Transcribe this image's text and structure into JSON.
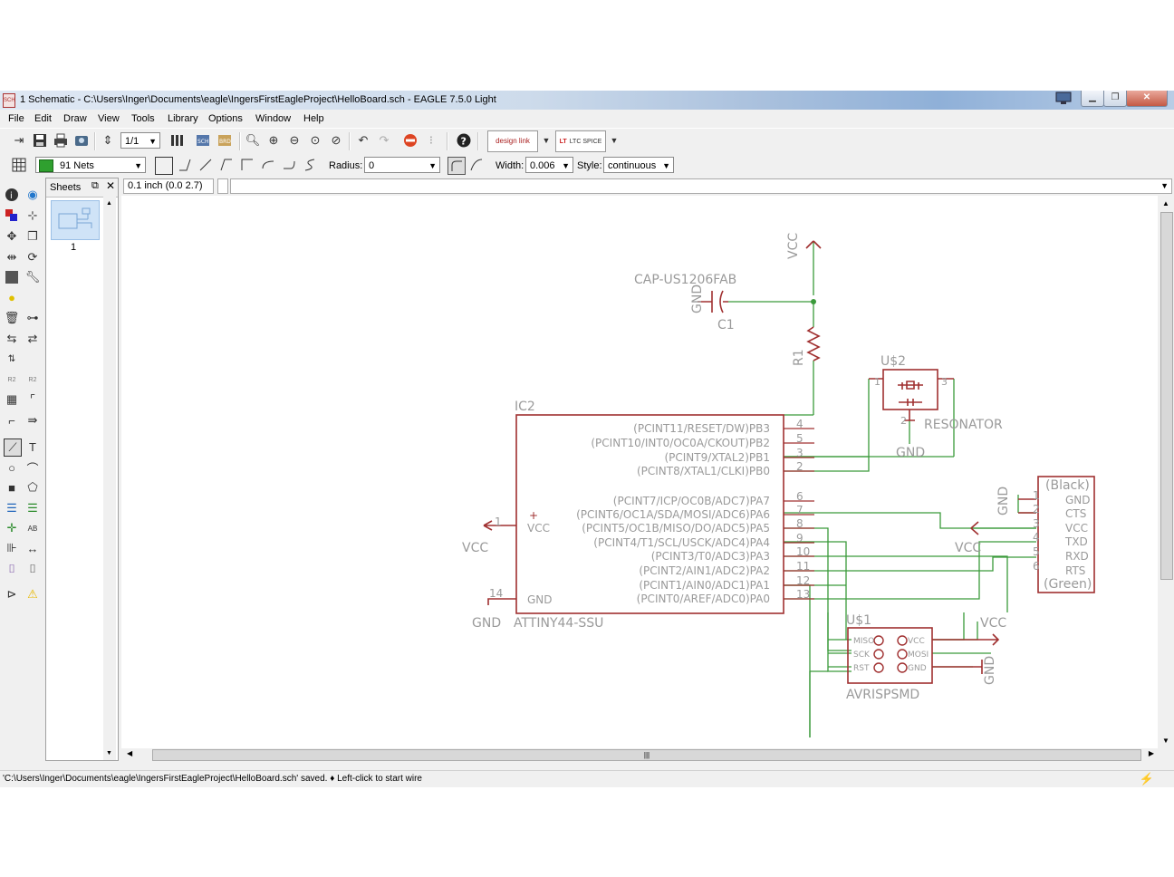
{
  "window": {
    "title": "1 Schematic - C:\\Users\\Inger\\Documents\\eagle\\IngersFirstEagleProject\\HelloBoard.sch - EAGLE 7.5.0 Light",
    "app_icon": "SCH"
  },
  "menu": [
    "File",
    "Edit",
    "Draw",
    "View",
    "Tools",
    "Library",
    "Options",
    "Window",
    "Help"
  ],
  "toolbar": {
    "sheet_select": "1/1",
    "design_link": "design link",
    "ltc_spice": "LTC SPICE"
  },
  "params": {
    "layer": "91 Nets",
    "layer_color": "#2fa02f",
    "radius_label": "Radius:",
    "radius_value": "0",
    "width_label": "Width:",
    "width_value": "0.006",
    "style_label": "Style:",
    "style_value": "continuous"
  },
  "sheets_panel": {
    "title": "Sheets",
    "sheet_number": "1"
  },
  "coordinate": "0.1 inch (0.0 2.7)",
  "status_bar": "'C:\\Users\\Inger\\Documents\\eagle\\IngersFirstEagleProject\\HelloBoard.sch' saved.  ♦ Left-click to start wire",
  "schematic": {
    "wire_color": "#3a9a3a",
    "part_color": "#a03030",
    "label_color": "#9a9a9a",
    "vcc": "VCC",
    "gnd": "GND",
    "cap": {
      "value": "CAP-US1206FAB",
      "name": "C1"
    },
    "res": {
      "name": "R1"
    },
    "resonator": {
      "name": "U$2",
      "value": "RESONATOR",
      "pin1": "1",
      "pin2": "2",
      "pin3": "3"
    },
    "ic": {
      "name": "IC2",
      "value": "ATTINY44-SSU",
      "vcc_pin": "VCC",
      "gnd_pin": "GND",
      "vcc_num": "1",
      "gnd_num": "14",
      "pins": [
        {
          "label": "(PCINT11/RESET/DW)PB3",
          "num": "4"
        },
        {
          "label": "(PCINT10/INT0/OC0A/CKOUT)PB2",
          "num": "5"
        },
        {
          "label": "(PCINT9/XTAL2)PB1",
          "num": "3"
        },
        {
          "label": "(PCINT8/XTAL1/CLKI)PB0",
          "num": "2"
        },
        {
          "label": "(PCINT7/ICP/OC0B/ADC7)PA7",
          "num": "6"
        },
        {
          "label": "(PCINT6/OC1A/SDA/MOSI/ADC6)PA6",
          "num": "7"
        },
        {
          "label": "(PCINT5/OC1B/MISO/DO/ADC5)PA5",
          "num": "8"
        },
        {
          "label": "(PCINT4/T1/SCL/USCK/ADC4)PA4",
          "num": "9"
        },
        {
          "label": "(PCINT3/T0/ADC3)PA3",
          "num": "10"
        },
        {
          "label": "(PCINT2/AIN1/ADC2)PA2",
          "num": "11"
        },
        {
          "label": "(PCINT1/AIN0/ADC1)PA1",
          "num": "12"
        },
        {
          "label": "(PCINT0/AREF/ADC0)PA0",
          "num": "13"
        }
      ]
    },
    "ftdi": {
      "top": "(Black)",
      "bottom": "(Green)",
      "pins": [
        {
          "label": "GND",
          "num": "1"
        },
        {
          "label": "CTS",
          "num": "2"
        },
        {
          "label": "VCC",
          "num": "3"
        },
        {
          "label": "TXD",
          "num": "4"
        },
        {
          "label": "RXD",
          "num": "5"
        },
        {
          "label": "RTS",
          "num": "6"
        }
      ]
    },
    "isp": {
      "name": "U$1",
      "value": "AVRISPSMD",
      "left": [
        "MISO",
        "SCK",
        "RST"
      ],
      "right": [
        "VCC",
        "MOSI",
        "GND"
      ]
    }
  }
}
